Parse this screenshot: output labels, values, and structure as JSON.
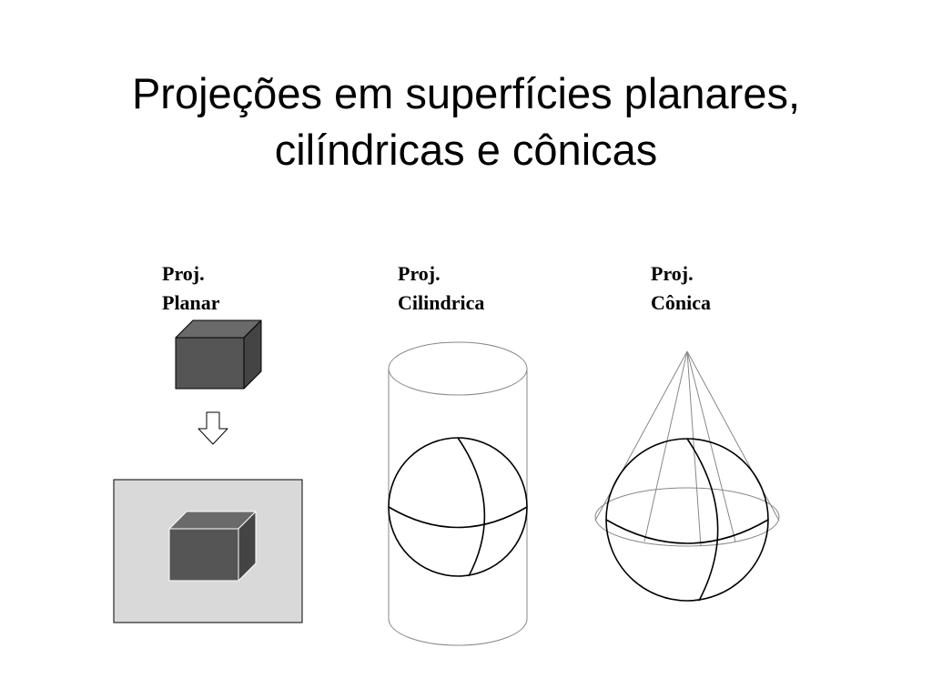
{
  "slide": {
    "title_line1": "Projeções em superfícies planares,",
    "title_line2": "cilíndricas e cônicas"
  },
  "panels": [
    {
      "id": "planar",
      "line1": "Proj.",
      "line2": "Planar"
    },
    {
      "id": "cilindrica",
      "line1": "Proj.",
      "line2": "Cilindrica"
    },
    {
      "id": "conica",
      "line1": "Proj.",
      "line2": "Cônica"
    }
  ],
  "colors": {
    "cube_fill": "#555555",
    "plane_fill": "#d9d9d9",
    "stroke": "#000000",
    "light_stroke": "#888888"
  }
}
